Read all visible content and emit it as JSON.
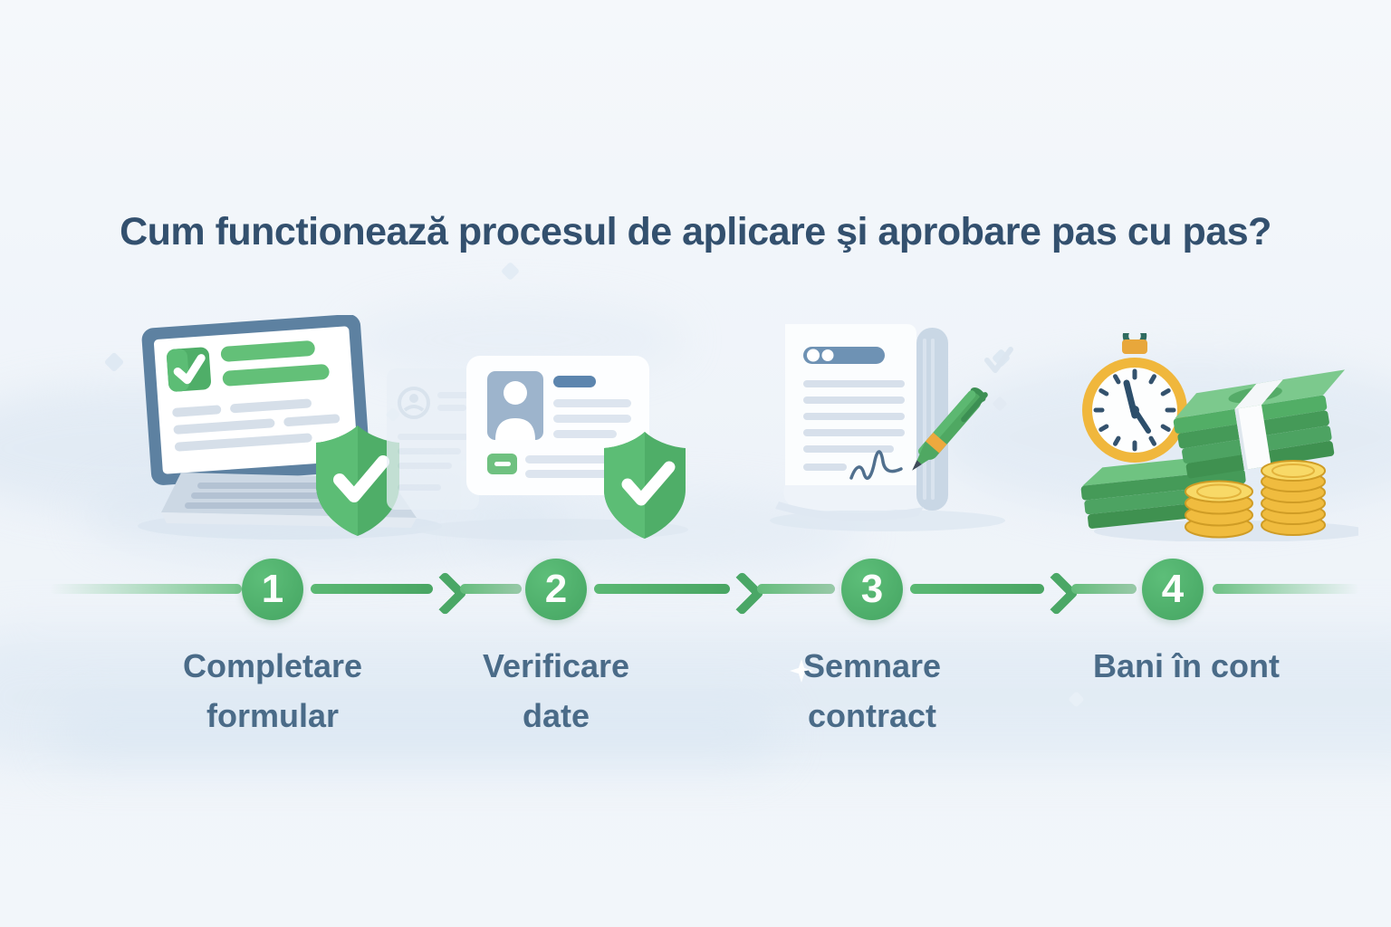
{
  "title": "Cum functionează procesul de aplicare şi aprobare pas cu pas?",
  "steps": [
    {
      "number": "1",
      "label_line1": "Completare",
      "label_line2": "formular",
      "icon": "laptop-form-checklist-shield"
    },
    {
      "number": "2",
      "label_line1": "Verificare",
      "label_line2": "date",
      "icon": "id-card-shield-check"
    },
    {
      "number": "3",
      "label_line1": "Semnare",
      "label_line2": "contract",
      "icon": "contract-document-pen-signature"
    },
    {
      "number": "4",
      "label_line1": "Bani în cont",
      "label_line2": "",
      "icon": "stopwatch-cash-stack-gold-coins"
    }
  ],
  "colors": {
    "title_text": "#33506e",
    "label_text": "#4a6b88",
    "step_circle_green": "#4fae68",
    "connector_green": "#54b06e",
    "shield_green": "#4fae68",
    "laptop_frame_blue": "#5d81a1",
    "coin_gold": "#f0bc3f",
    "clock_gold": "#f0b73c",
    "background": "#f1f5fa"
  }
}
